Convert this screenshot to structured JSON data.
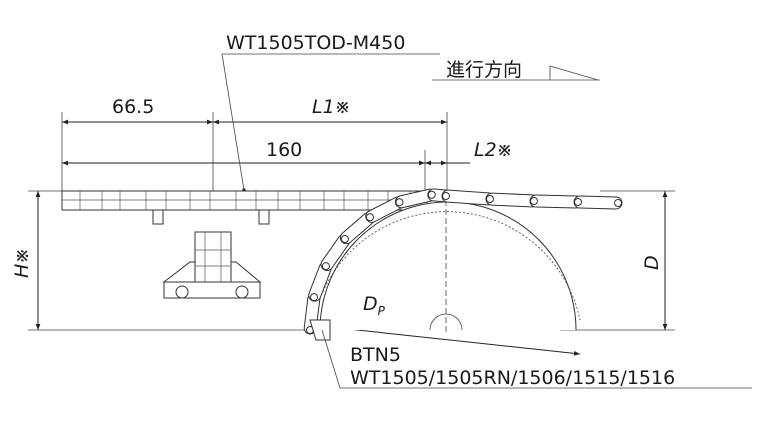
{
  "model": "WT1505TOD-M450",
  "direction": "進行方向",
  "dims": {
    "width_665": "66.5",
    "l1": "L1※",
    "width_160": "160",
    "l2": "L2※",
    "h": "H※",
    "d": "D",
    "dp_main": "D",
    "dp_sub": "P"
  },
  "callout": {
    "line1": "BTN5",
    "line2": "WT1505/1505RN/1506/1515/1516"
  },
  "colors": {
    "line": "#222222",
    "text": "#1a1a1a",
    "background": "#ffffff"
  }
}
